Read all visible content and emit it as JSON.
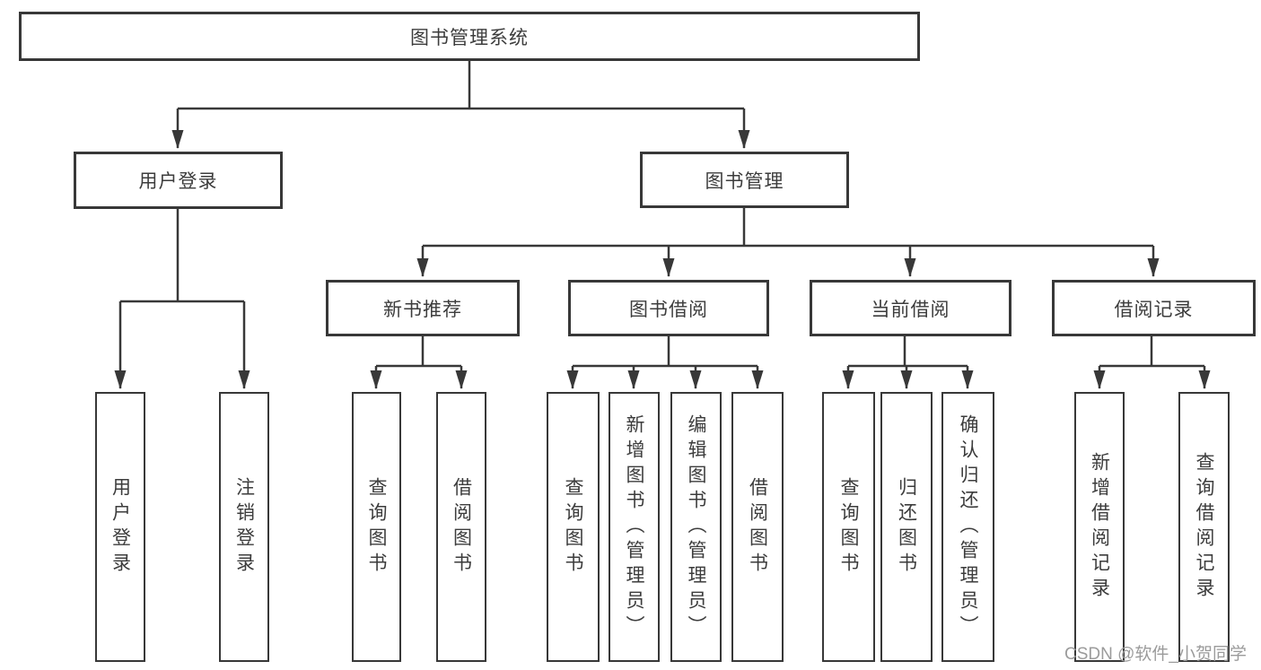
{
  "tree": {
    "root": {
      "label": "图书管理系统"
    },
    "branches": [
      {
        "label": "用户登录",
        "children": [
          {
            "label": "用户登录"
          },
          {
            "label": "注销登录"
          }
        ]
      },
      {
        "label": "图书管理",
        "children": [
          {
            "label": "新书推荐",
            "children": [
              {
                "label": "查询图书"
              },
              {
                "label": "借阅图书"
              }
            ]
          },
          {
            "label": "图书借阅",
            "children": [
              {
                "label": "查询图书"
              },
              {
                "label": "新增图书（管理员）"
              },
              {
                "label": "编辑图书（管理员）"
              },
              {
                "label": "借阅图书"
              }
            ]
          },
          {
            "label": "当前借阅",
            "children": [
              {
                "label": "查询图书"
              },
              {
                "label": "归还图书"
              },
              {
                "label": "确认归还（管理员）"
              }
            ]
          },
          {
            "label": "借阅记录",
            "children": [
              {
                "label": "新增借阅记录"
              },
              {
                "label": "查询借阅记录"
              }
            ]
          }
        ]
      }
    ]
  },
  "watermark": {
    "text": "CSDN @软件_小贺同学"
  },
  "colors": {
    "line": "#383838",
    "text": "#3c3c3c",
    "watermark": "#9b9b9b",
    "background": "#ffffff"
  }
}
